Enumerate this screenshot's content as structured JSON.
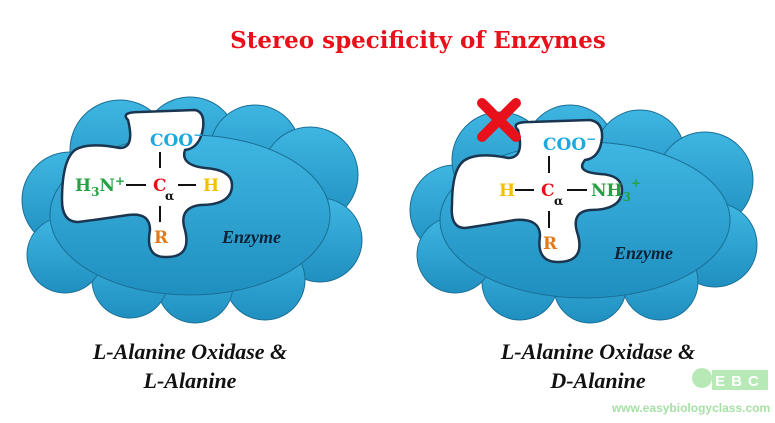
{
  "title": "Stereo specificity of Enzymes",
  "colors": {
    "title": "#e8101a",
    "cloud": "#2ea8d6",
    "coo": "#1ba9e0",
    "amine": "#23a143",
    "hydrogen": "#f5c000",
    "carbon": "#e8101a",
    "r_group": "#e07a1a",
    "cross": "#e8101a"
  },
  "left_panel": {
    "groups": {
      "coo": "COO",
      "coo_charge": "−",
      "amine_h": "H",
      "amine_sub": "3",
      "amine_n": "N",
      "amine_charge": "+",
      "carbon": "C",
      "alpha": "α",
      "hydrogen": "H",
      "r": "R"
    },
    "enzyme_label": "Enzyme",
    "caption_line1": "L-Alanine Oxidase &",
    "caption_line2": "L-Alanine"
  },
  "right_panel": {
    "groups": {
      "coo": "COO",
      "coo_charge": "−",
      "hydrogen": "H",
      "carbon": "C",
      "alpha": "α",
      "amine_nh": "NH",
      "amine_sub": "3",
      "amine_charge": "+",
      "r": "R"
    },
    "enzyme_label": "Enzyme",
    "caption_line1": "L-Alanine Oxidase &",
    "caption_line2": "D-Alanine",
    "mismatch_icon": "cross-icon"
  },
  "watermark": {
    "logo": "EBC",
    "url": "www.easybiologyclass.com"
  }
}
